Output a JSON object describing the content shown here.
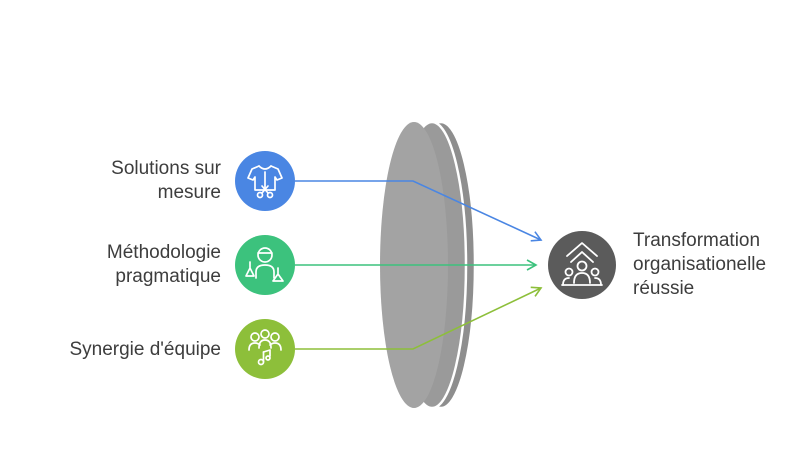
{
  "inputs": [
    {
      "id": "solutions",
      "lines": [
        "Solutions sur",
        "mesure"
      ],
      "icon": "tailored-shirt-icon",
      "color": "#4a86e3",
      "arrow_color": "#4a86e3"
    },
    {
      "id": "methodologie",
      "lines": [
        "Méthodologie",
        "pragmatique"
      ],
      "icon": "scientist-icon",
      "color": "#3cc27d",
      "arrow_color": "#3cc27d"
    },
    {
      "id": "synergie",
      "lines": [
        "Synergie d'équipe"
      ],
      "icon": "team-synergy-icon",
      "color": "#8dbf3a",
      "arrow_color": "#8dbf3a"
    }
  ],
  "output": {
    "lines": [
      "Transformation",
      "organisationelle",
      "réussie"
    ],
    "icon": "team-growth-icon",
    "color": "#5b5b5b"
  },
  "lens": {
    "color": "#a3a3a3",
    "edge_color": "#8e8e8e"
  },
  "text_color": "#3d3d3d"
}
